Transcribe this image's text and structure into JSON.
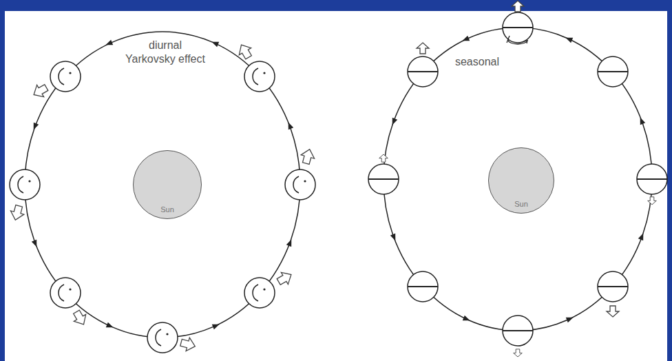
{
  "diagram": {
    "nodes": [
      {
        "text": [
          "Sun"
        ]
      },
      {
        "text": [
          "Sun"
        ]
      }
    ],
    "labels": [
      "diurnal Yarkovsky effect",
      "seasonal"
    ]
  }
}
